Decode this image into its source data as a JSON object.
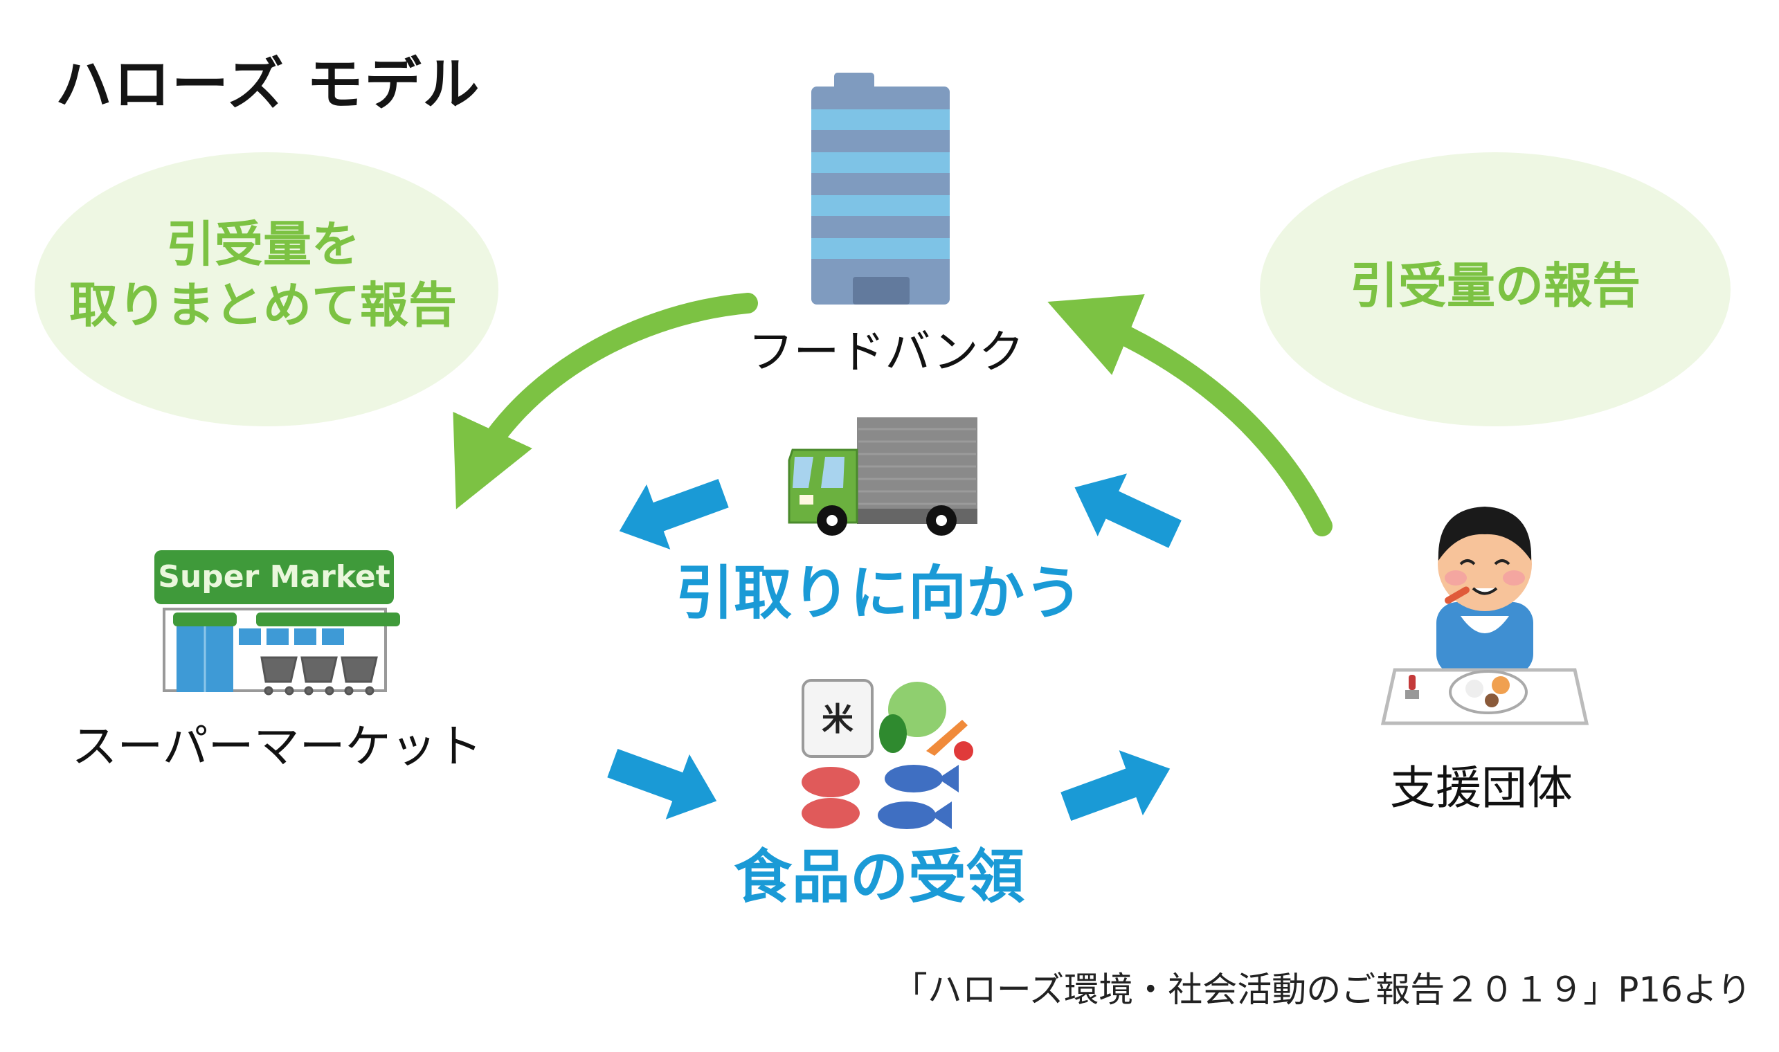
{
  "title": "ハローズ モデル",
  "bubbles": {
    "left": {
      "line1": "引受量を",
      "line2": "取りまとめて報告"
    },
    "right": {
      "text": "引受量の報告"
    }
  },
  "nodes": {
    "food_bank": {
      "label": "フードバンク",
      "icon": "office-building-icon"
    },
    "supermarket": {
      "label": "スーパーマーケット",
      "sign": "Super Market",
      "icon": "supermarket-store-icon"
    },
    "support_org": {
      "label": "支援団体",
      "icon": "child-eating-icon"
    }
  },
  "actions": {
    "pickup": {
      "label": "引取りに向かう",
      "icon": "delivery-truck-icon"
    },
    "receive": {
      "label": "食品の受領",
      "icon": "food-items-icon",
      "rice_bag_mark": "米"
    }
  },
  "footer": {
    "citation": "「ハローズ環境・社会活動のご報告２０１９」P16より"
  },
  "colors": {
    "green_accent": "#7cc243",
    "bubble_fill": "#eef7e3",
    "blue_accent": "#1a9ad6",
    "title_text": "#141414",
    "building_dark": "#7f9bbf",
    "building_light": "#7ec3e6",
    "truck_cab": "#6bb13f",
    "truck_box": "#8a8a8a",
    "store_green": "#3f9a3a",
    "store_blue": "#3e9ad6"
  }
}
